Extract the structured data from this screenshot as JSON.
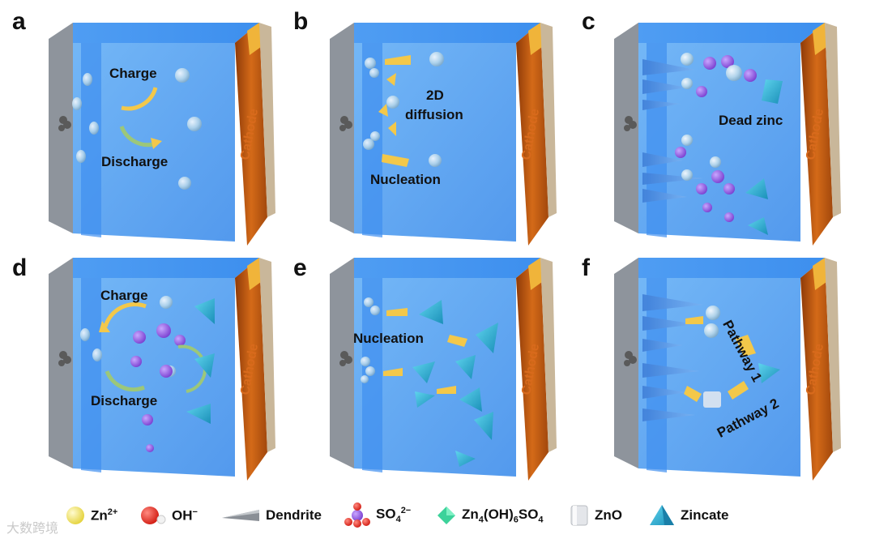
{
  "panels": [
    {
      "label": "a",
      "texts": [
        "Charge",
        "Discharge"
      ]
    },
    {
      "label": "b",
      "texts": [
        "2D",
        "diffusion",
        "Nucleation"
      ]
    },
    {
      "label": "c",
      "texts": [
        "Dead zinc"
      ]
    },
    {
      "label": "d",
      "texts": [
        "Charge",
        "Discharge"
      ]
    },
    {
      "label": "e",
      "texts": [
        "Nucleation"
      ]
    },
    {
      "label": "f",
      "texts": [
        "Pathway 1",
        "Pathway 2"
      ]
    }
  ],
  "cathode_label": "Cathode",
  "legend": [
    {
      "icon": "zn2-sphere-icon",
      "text": "Zn",
      "sup": "2+"
    },
    {
      "icon": "oh-sphere-icon",
      "text": "OH",
      "sup": "−"
    },
    {
      "icon": "dendrite-icon",
      "text": "Dendrite"
    },
    {
      "icon": "so4-molecule-icon",
      "text": "SO",
      "sub": "4",
      "sup": "2−"
    },
    {
      "icon": "zn4oh6so4-crystal-icon",
      "text": "Zn",
      "sub1": "4",
      "mid": "(OH)",
      "sub2": "6",
      "end": "SO",
      "sub3": "4"
    },
    {
      "icon": "zno-block-icon",
      "text": "ZnO"
    },
    {
      "icon": "zincate-pyramid-icon",
      "text": "Zincate"
    }
  ],
  "watermark": "大数跨境",
  "colors": {
    "electrolyte": "#5aa6f2",
    "electrolyte_dark": "#3f8ef0",
    "anode": "#8e949c",
    "cathode": "#b4540f",
    "cathode_top": "#f0b43a",
    "arrow": "#f3c84a",
    "zincate": "#2ab0d6",
    "so4": "#8a55d6"
  }
}
